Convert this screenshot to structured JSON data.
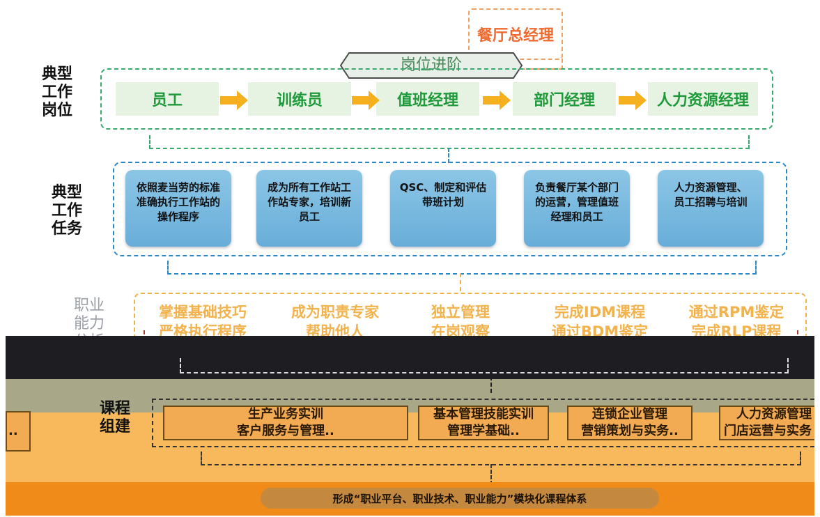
{
  "top_role": "餐厅总经理",
  "career_path_label": "岗位进阶",
  "section_labels": {
    "typical_positions": [
      "典型",
      "工作",
      "岗位"
    ],
    "typical_tasks": [
      "典型",
      "工作",
      "任务"
    ],
    "ability_analysis": [
      "职业",
      "能力",
      "分析"
    ],
    "course_build": [
      "课程",
      "组建"
    ]
  },
  "positions": [
    "员工",
    "训练员",
    "值班经理",
    "部门经理",
    "人力资源经理"
  ],
  "tasks": [
    {
      "line1": "依照麦当劳的标准",
      "line2": "准确执行工作站的",
      "line3": "操作程序"
    },
    {
      "line1": "成为所有工作站工",
      "line2": "作站专家，培训新",
      "line3": "员工"
    },
    {
      "line1": "QSC、制定和评估",
      "line2": "带班计划"
    },
    {
      "line1": "负责餐厅某个部门",
      "line2": "的运营，管理值班",
      "line3": "经理和员工"
    },
    {
      "line1": "人力资源管理、",
      "line2": "员工招聘与培训"
    }
  ],
  "abilities": [
    {
      "line1": "掌握基础技巧",
      "line2": "严格执行程序"
    },
    {
      "line1": "成为职责专家",
      "line2": "帮助他人"
    },
    {
      "line1": "独立管理",
      "line2": "在岗观察"
    },
    {
      "line1": "完成IDM课程",
      "line2": "通过BDM鉴定"
    },
    {
      "line1": "通过RPM鉴定",
      "line2": "完成RLP课程"
    }
  ],
  "courses": [
    {
      "line1": "生产业务实训",
      "line2": "客户服务与管理.."
    },
    {
      "line1": "基本管理技能实训",
      "line2": "管理学基础.."
    },
    {
      "line1": "连锁企业管理",
      "line2": "营销策划与实务.."
    },
    {
      "line1": "人力资源管理",
      "line2": "门店运营与实务"
    }
  ],
  "left_course_stub": "..",
  "summary": "形成“职业平台、职业技术、职业能力”模块化课程体系",
  "colors": {
    "green": "#1f9a3a",
    "blue": "#2b88c8",
    "orange": "#f2b24c",
    "course": "#f2ab52",
    "red": "#b3362b"
  }
}
